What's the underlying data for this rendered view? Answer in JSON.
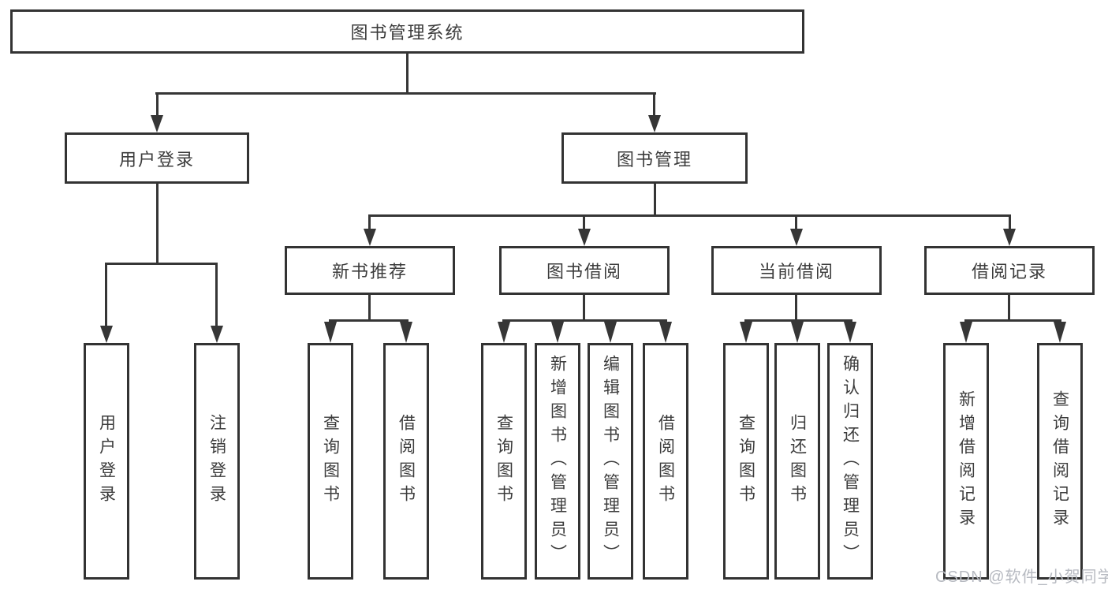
{
  "diagram": {
    "title_node": {
      "label": "图书管理系统"
    },
    "level2": [
      {
        "id": "user-login",
        "label": "用户登录",
        "parent": "图书管理系统"
      },
      {
        "id": "book-management",
        "label": "图书管理",
        "parent": "图书管理系统"
      }
    ],
    "level3": [
      {
        "id": "new-book-recommend",
        "label": "新书推荐",
        "parent": "图书管理"
      },
      {
        "id": "book-borrowing",
        "label": "图书借阅",
        "parent": "图书管理"
      },
      {
        "id": "current-borrowing",
        "label": "当前借阅",
        "parent": "图书管理"
      },
      {
        "id": "borrow-records",
        "label": "借阅记录",
        "parent": "图书管理"
      }
    ],
    "leaves": [
      {
        "label": "用户登录",
        "parent": "用户登录"
      },
      {
        "label": "注销登录",
        "parent": "用户登录"
      },
      {
        "label": "查询图书",
        "parent": "新书推荐"
      },
      {
        "label": "借阅图书",
        "parent": "新书推荐"
      },
      {
        "label": "查询图书",
        "parent": "图书借阅"
      },
      {
        "label": "新增图书（管理员）",
        "parent": "图书借阅"
      },
      {
        "label": "编辑图书（管理员）",
        "parent": "图书借阅"
      },
      {
        "label": "借阅图书",
        "parent": "图书借阅"
      },
      {
        "label": "查询图书",
        "parent": "当前借阅"
      },
      {
        "label": "归还图书",
        "parent": "当前借阅"
      },
      {
        "label": "确认归还（管理员）",
        "parent": "当前借阅"
      },
      {
        "label": "新增借阅记录",
        "parent": "借阅记录"
      },
      {
        "label": "查询借阅记录",
        "parent": "借阅记录"
      }
    ]
  },
  "watermark": {
    "text": "CSDN @软件_小贺同学",
    "color": "#b7bac1"
  },
  "colors": {
    "background": "#ffffff",
    "box_border": "#333333",
    "connector_line": "#363636",
    "text": "#3c3c3c"
  }
}
